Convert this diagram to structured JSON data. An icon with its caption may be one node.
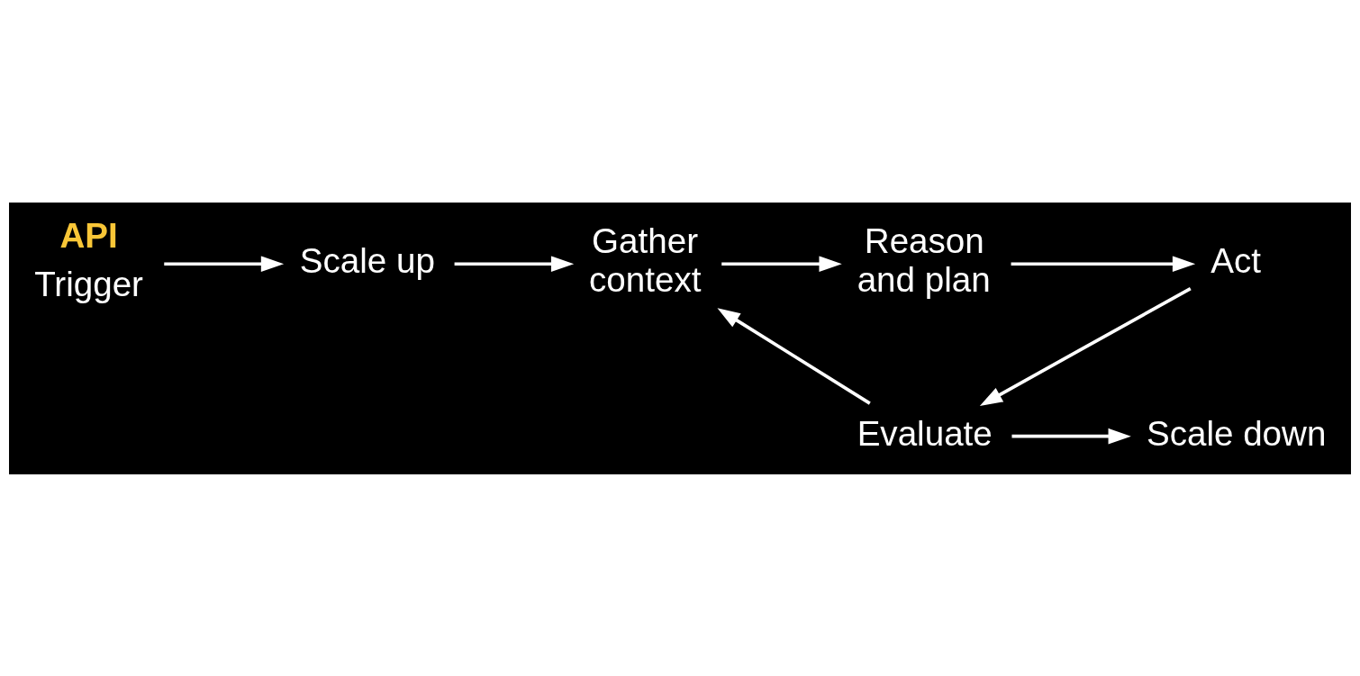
{
  "diagram": {
    "nodes": [
      {
        "text": [
          "API",
          "Trigger"
        ]
      },
      {
        "text": [
          "Scale up"
        ]
      },
      {
        "text": [
          "Gather context"
        ]
      },
      {
        "text": [
          "Reason and plan"
        ]
      },
      {
        "text": [
          "Act"
        ]
      },
      {
        "text": [
          "Evaluate"
        ]
      },
      {
        "text": [
          "Scale down"
        ]
      }
    ],
    "edges": [
      {
        "from": 0,
        "to": 1,
        "arrow": "to"
      },
      {
        "from": 1,
        "to": 2,
        "arrow": "to"
      },
      {
        "from": 2,
        "to": 3,
        "arrow": "to"
      },
      {
        "from": 3,
        "to": 4,
        "arrow": "to"
      },
      {
        "from": 4,
        "to": 5,
        "arrow": "to"
      },
      {
        "from": 5,
        "to": 2,
        "arrow": "to"
      },
      {
        "from": 5,
        "to": 6,
        "arrow": "to"
      }
    ]
  }
}
